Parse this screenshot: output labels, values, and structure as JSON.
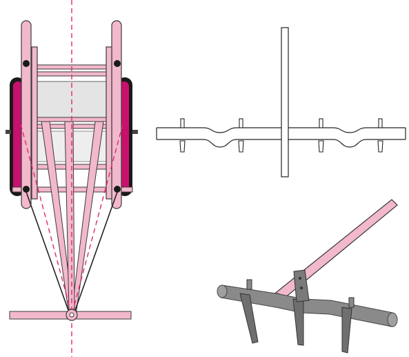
{
  "figure": {
    "panels": [
      {
        "id": "cart-top-view",
        "label": ""
      },
      {
        "id": "crankshaft-plan-view",
        "label": ""
      },
      {
        "id": "crankshaft-3d-view",
        "label": ""
      }
    ]
  },
  "colors": {
    "frame_fill": "#f2b8cc",
    "frame_stroke": "#3a3a3a",
    "wheel_magenta": "#c8106e",
    "wheel_dark": "#1a1a1a",
    "centerline": "#e0246e",
    "tray_fill": "#e4e4e4",
    "shaft_gray": "#8a8a8a",
    "shaft_dark": "#555555",
    "background": "#ffffff"
  },
  "icons": [
    "wheel-icon",
    "tine-icon",
    "hitch-pivot-icon"
  ]
}
